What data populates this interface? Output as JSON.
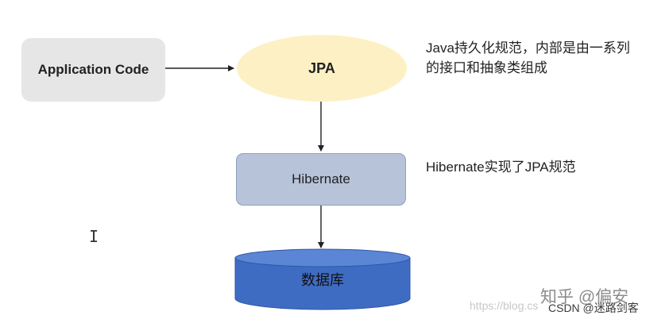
{
  "nodes": {
    "application_code": "Application Code",
    "jpa": "JPA",
    "hibernate": "Hibernate",
    "database": "数据库"
  },
  "notes": {
    "jpa_line1": "Java持久化规范，内部是由一系列",
    "jpa_line2": "的接口和抽象类组成",
    "hibernate": "Hibernate实现了JPA规范"
  },
  "watermarks": {
    "zhihu": "知乎 @偏安",
    "url": "https://blog.cs",
    "csdn": "CSDN @迷路剑客"
  },
  "colors": {
    "app_box": "#e6e6e6",
    "jpa_ellipse": "#fdf0c4",
    "hibernate_box": "#b7c3d9",
    "database_fill": "#3f6cc3",
    "database_top": "#5b86d6",
    "arrow": "#222222"
  },
  "icons": {
    "cursor": "text-cursor-icon"
  }
}
